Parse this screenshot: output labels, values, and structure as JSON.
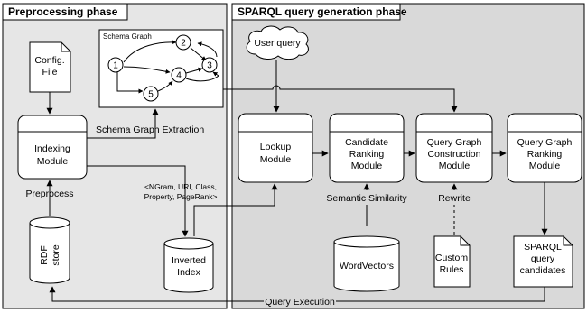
{
  "panels": {
    "left_title": "Preprocessing phase",
    "right_title": "SPARQL query generation phase"
  },
  "nodes": {
    "config_file": [
      "Config.",
      "File"
    ],
    "indexing_module": [
      "Indexing",
      "Module"
    ],
    "rdf_store": [
      "RDF",
      "store"
    ],
    "inverted_index": [
      "Inverted",
      "Index"
    ],
    "user_query": "User query",
    "lookup_module": [
      "Lookup",
      "Module"
    ],
    "candidate_ranking": [
      "Candidate",
      "Ranking",
      "Module"
    ],
    "qg_construction": [
      "Query Graph",
      "Construction",
      "Module"
    ],
    "qg_ranking": [
      "Query Graph",
      "Ranking",
      "Module"
    ],
    "word_vectors": "WordVectors",
    "custom_rules": [
      "Custom",
      "Rules"
    ],
    "sparql_candidates": [
      "SPARQL",
      "query",
      "candidates"
    ]
  },
  "schema_graph": {
    "title": "Schema Graph",
    "nodes": [
      "1",
      "2",
      "3",
      "4",
      "5"
    ]
  },
  "edge_labels": {
    "preprocess": "Preprocess",
    "schema_graph_extraction": "Schema Graph Extraction",
    "index_fields": [
      "<NGram, URI, Class,",
      "Property, PageRank>"
    ],
    "semantic_similarity": "Semantic Similarity",
    "rewrite": "Rewrite",
    "query_execution": "Query Execution"
  }
}
